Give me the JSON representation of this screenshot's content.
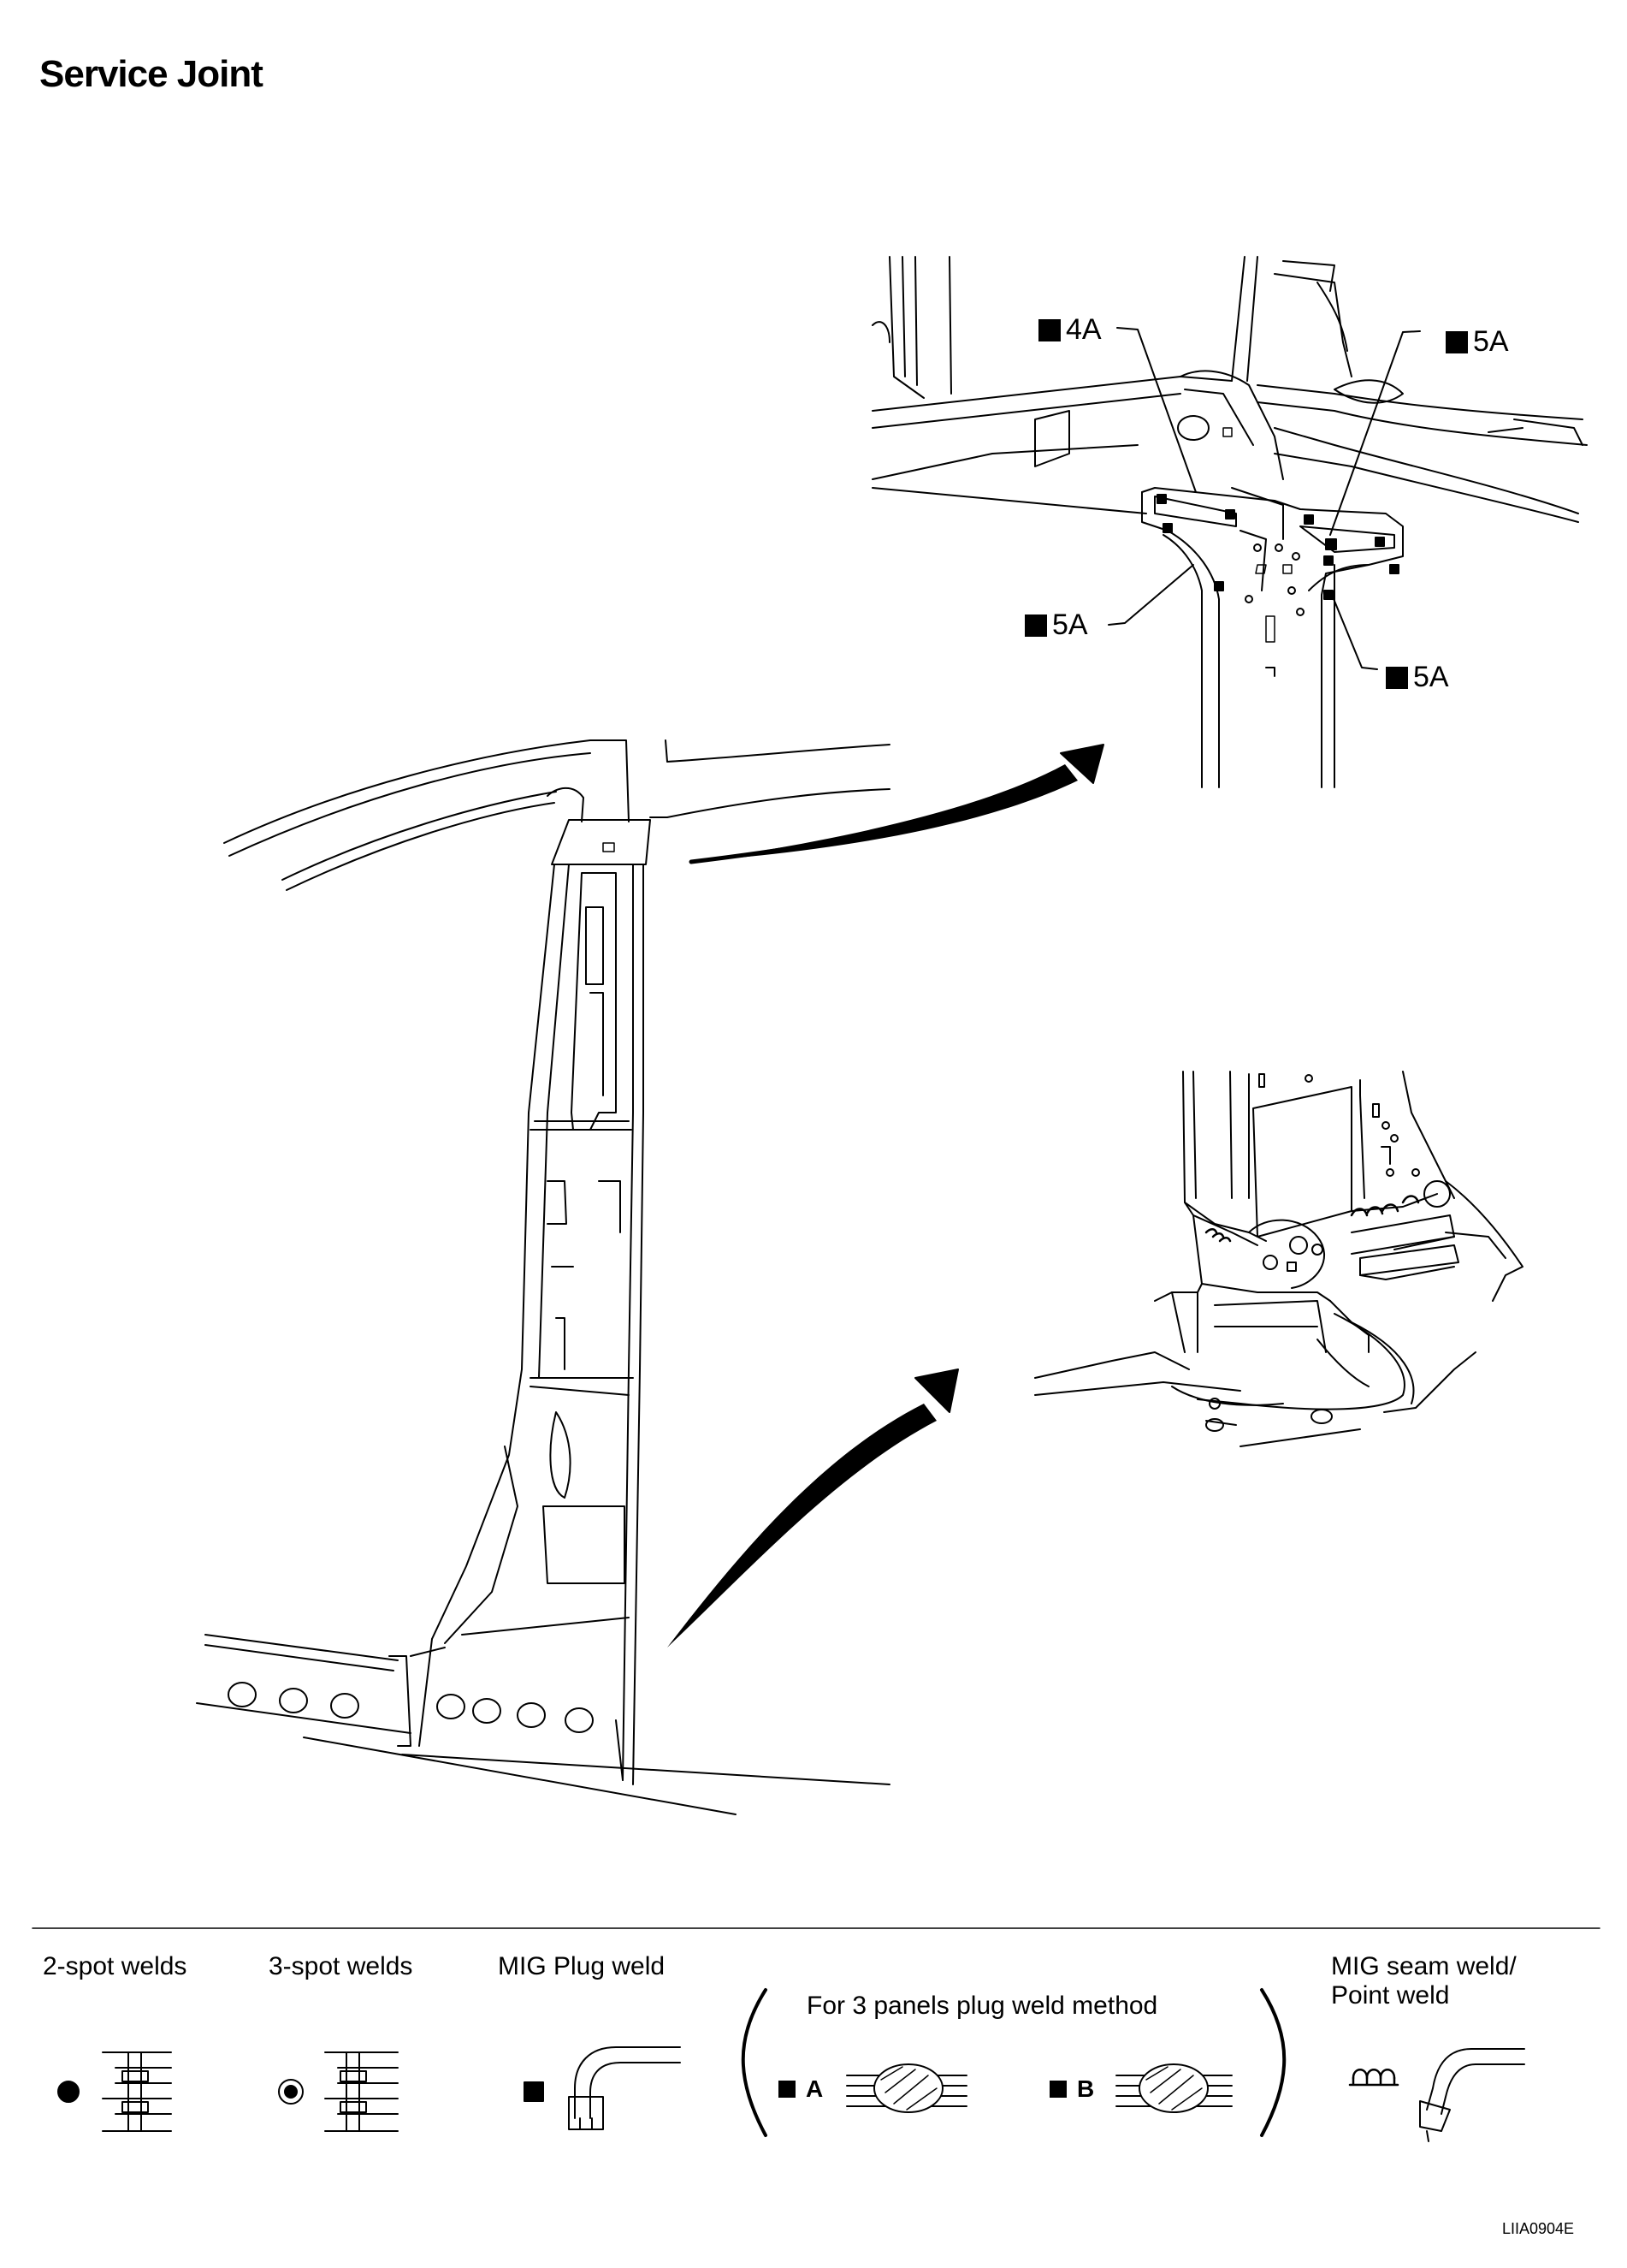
{
  "title": "Service Joint",
  "callouts": {
    "c1": "4A",
    "c2": "5A",
    "c3": "5A",
    "c4": "5A"
  },
  "legend": {
    "two_spot": "2-spot welds",
    "three_spot": "3-spot welds",
    "mig_plug": "MIG Plug weld",
    "three_panels": "For 3 panels plug weld method",
    "method_a": "A",
    "method_b": "B",
    "mig_seam_line1": "MIG seam weld/",
    "mig_seam_line2": "Point weld"
  },
  "figure_code": "LIIA0904E"
}
